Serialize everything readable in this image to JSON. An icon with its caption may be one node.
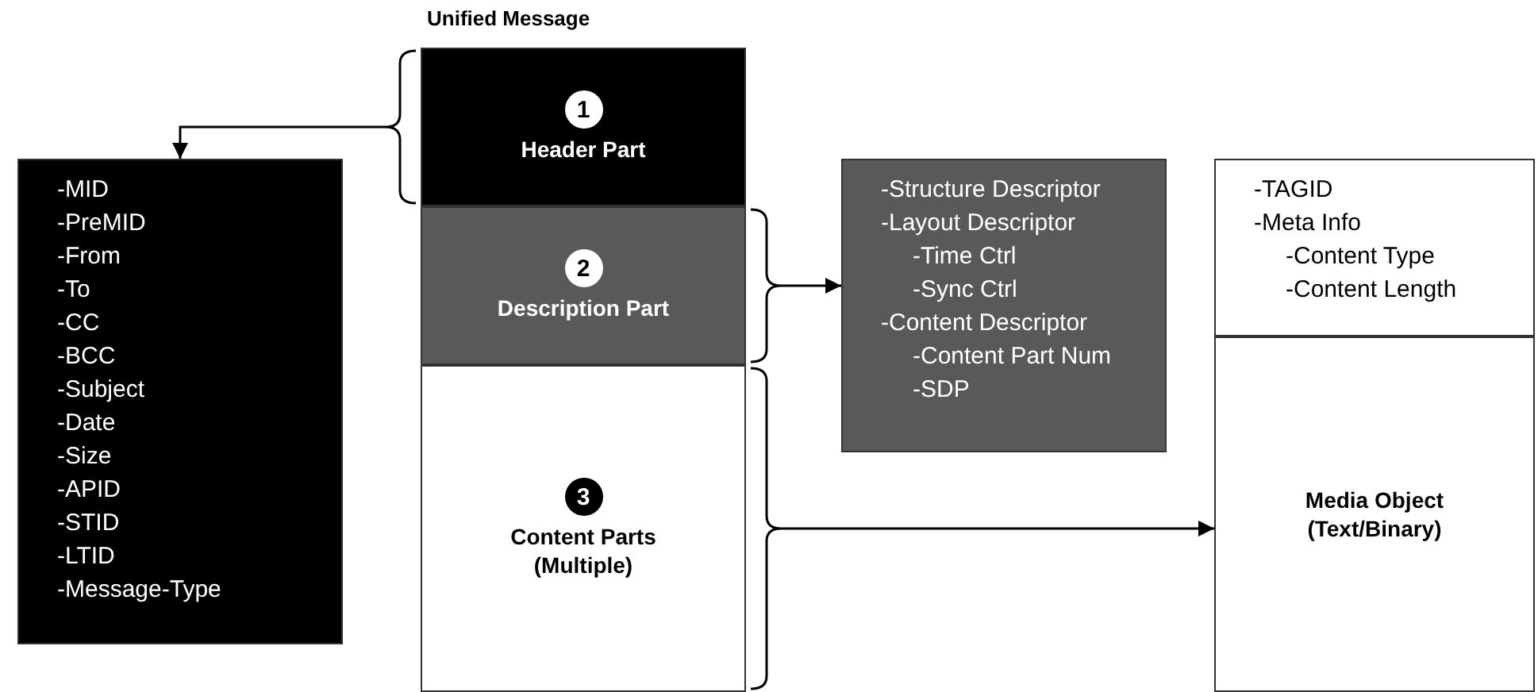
{
  "diagram": {
    "nodes": [
      {
        "text": [
          "Unified Message"
        ]
      },
      {
        "text": [
          "1",
          "Header Part"
        ],
        "in": 0
      },
      {
        "text": [
          "2",
          "Description Part"
        ],
        "in": 0
      },
      {
        "text": [
          "3",
          "Content Parts (Multiple)"
        ],
        "in": 0
      },
      {
        "text": [
          "-MID",
          "-PreMID",
          "-From",
          "-To",
          "-CC",
          "-BCC",
          "-Subject",
          "-Date",
          "-Size",
          "-APID",
          "-STID",
          "-LTID",
          "-Message-Type"
        ]
      },
      {
        "text": [
          "-Structure Descriptor",
          "-Layout Descriptor",
          "-Time Ctrl",
          "-Sync Ctrl",
          "-Content Descriptor",
          "-Content Part Num",
          "-SDP"
        ]
      },
      {
        "text": [
          "-TAGID",
          "-Meta Info",
          "-Content Type",
          "-Content Length"
        ]
      },
      {
        "text": [
          "Media Object (Text/Binary)"
        ]
      }
    ],
    "edges": [
      {
        "from": 1,
        "to": 4,
        "arrow": "to"
      },
      {
        "from": 2,
        "to": 5,
        "arrow": "to"
      },
      {
        "from": 3,
        "to": 7,
        "arrow": "to"
      }
    ]
  }
}
